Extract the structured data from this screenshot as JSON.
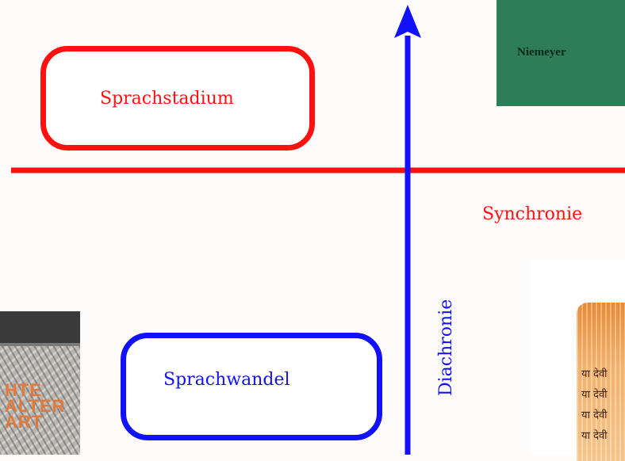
{
  "diagram": {
    "box_top_label": "Sprachstadium",
    "box_bottom_label": "Sprachwandel",
    "horizontal_axis_label": "Synchronie",
    "vertical_axis_label": "Diachronie",
    "colors": {
      "synchronic": "#ff1111",
      "diachronic": "#1111ff",
      "publisher_box": "#2e7d57"
    }
  },
  "publisher": {
    "label": "Niemeyer"
  },
  "book_cover": {
    "text_lines": [
      "HTE",
      "ALTER",
      "ART"
    ]
  },
  "sanskrit_card": {
    "lines": [
      "या देवी",
      "या देवी",
      "या देवी",
      "या देवी"
    ]
  }
}
